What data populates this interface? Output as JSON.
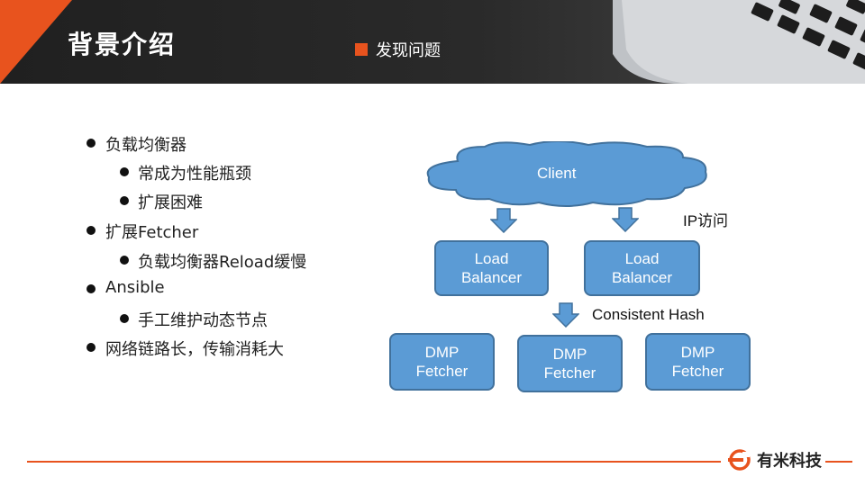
{
  "header": {
    "title": "背景介绍",
    "subtitle": "发现问题"
  },
  "bullets": [
    {
      "level": 1,
      "text": "负载均衡器"
    },
    {
      "level": 2,
      "text": "常成为性能瓶颈"
    },
    {
      "level": 2,
      "text": "扩展困难"
    },
    {
      "level": 1,
      "text": "扩展Fetcher"
    },
    {
      "level": 2,
      "text": "负载均衡器Reload缓慢"
    },
    {
      "level": 1,
      "text": "Ansible"
    },
    {
      "level": 2,
      "text": "手工维护动态节点"
    },
    {
      "level": 1,
      "text": "网络链路长，传输消耗大"
    }
  ],
  "diagram": {
    "client": "Client",
    "ip_label": "IP访问",
    "lb1": "Load Balancer",
    "lb2": "Load Balancer",
    "hash_label": "Consistent Hash",
    "fetcher1": "DMP Fetcher",
    "fetcher2": "DMP Fetcher",
    "fetcher3": "DMP Fetcher"
  },
  "footer": {
    "brand": "有米科技"
  },
  "colors": {
    "accent": "#e8531e",
    "box_fill": "#5b9bd5",
    "box_border": "#41719c",
    "header_bg": "#2b2b2b"
  }
}
